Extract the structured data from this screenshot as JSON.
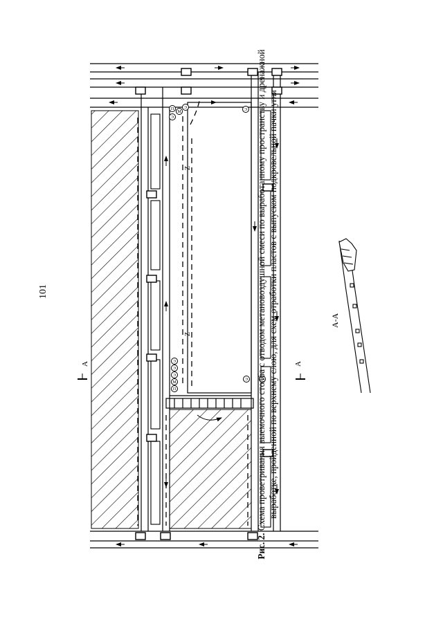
{
  "page_number": "101",
  "figure": {
    "caption_label": "Рис. 2.",
    "caption_text": "Схема проветривания выемочного столба с отводом метановоздушной смеси по выработанному пространству и дренажной выработке, пройденной по верхнему слою, для схем отработки пластов с выпуском подкровельной пачки угля"
  },
  "section_marks": {
    "a_left": "А",
    "a_right": "А"
  },
  "section_title": "А-А",
  "station_labels": [
    "П",
    "М",
    "Э",
    "Э",
    "Э",
    "Э",
    "Э",
    "Э",
    "М",
    "П",
    "Э",
    "Э"
  ],
  "flow_marks": [
    "Z",
    "Z"
  ],
  "colors": {
    "line": "#000000",
    "background": "#ffffff"
  }
}
